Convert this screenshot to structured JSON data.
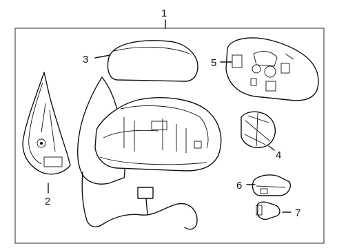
{
  "callouts": {
    "c1": "1",
    "c2": "2",
    "c3": "3",
    "c4": "4",
    "c5": "5",
    "c6": "6",
    "c7": "7"
  },
  "colors": {
    "stroke": "#111111",
    "background": "#ffffff"
  }
}
